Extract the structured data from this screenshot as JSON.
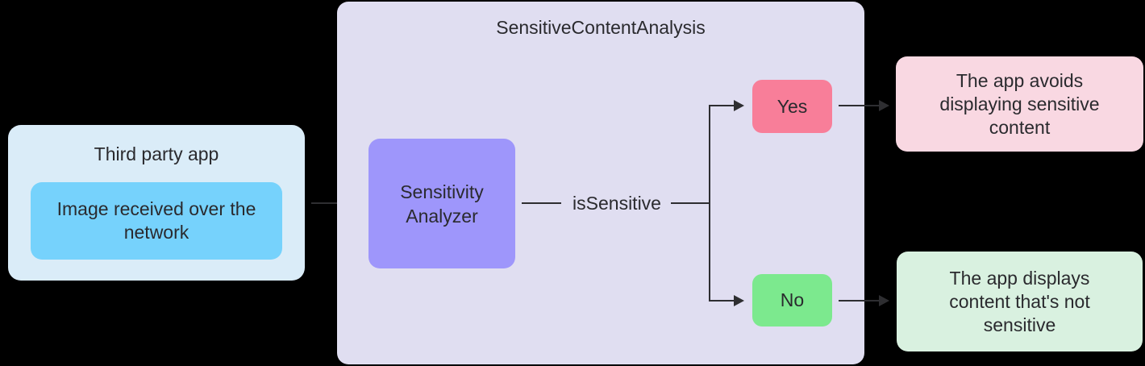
{
  "colors": {
    "background": "#000000",
    "line": "#2e2e31",
    "text": "#2a2a2e",
    "third_party_bg": "#daecf8",
    "image_received_bg": "#76d2fc",
    "analysis_bg": "#e0def1",
    "analyzer_bg": "#9e96fb",
    "yes_bg": "#f87e99",
    "no_bg": "#7ce98e",
    "outcome_sensitive_bg": "#f9d8e2",
    "outcome_not_sensitive_bg": "#d9f1e0"
  },
  "third_party": {
    "title": "Third party app",
    "input_label": "Image received over the network"
  },
  "analysis": {
    "title": "SensitiveContentAnalysis",
    "analyzer_label": "Sensitivity Analyzer",
    "connector_label": "isSensitive",
    "yes_label": "Yes",
    "no_label": "No"
  },
  "outcomes": {
    "sensitive": "The app avoids displaying sensitive content",
    "not_sensitive": "The app displays content that's not sensitive"
  }
}
